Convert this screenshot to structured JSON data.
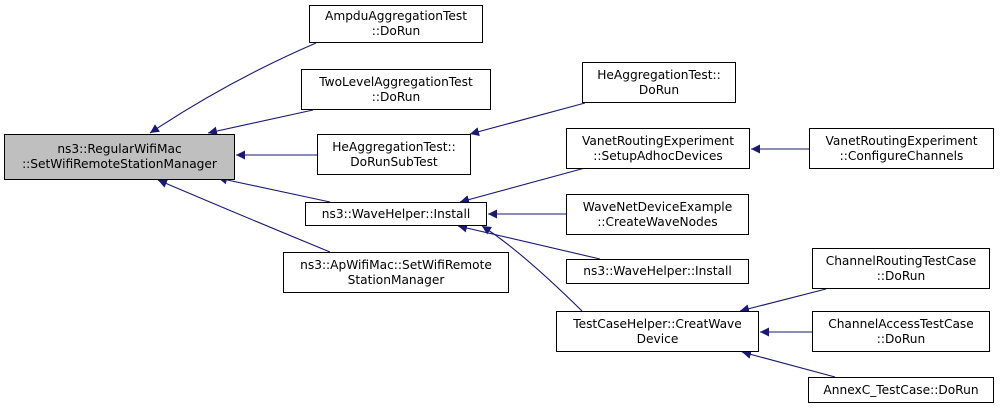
{
  "colors": {
    "edge": "#191970",
    "root_fill": "#bfbfbf",
    "node_fill": "#ffffff",
    "border": "#000000"
  },
  "nodes": {
    "root": {
      "line1": "ns3::RegularWifiMac",
      "line2": "::SetWifiRemoteStationManager"
    },
    "ampdu": {
      "line1": "AmpduAggregationTest",
      "line2": "::DoRun"
    },
    "twolevel": {
      "line1": "TwoLevelAggregationTest",
      "line2": "::DoRun"
    },
    "hesub": {
      "line1": "HeAggregationTest::",
      "line2": "DoRunSubTest"
    },
    "herun": {
      "line1": "HeAggregationTest::",
      "line2": "DoRun"
    },
    "wave": {
      "line1": "ns3::WaveHelper::Install"
    },
    "apwifi": {
      "line1": "ns3::ApWifiMac::SetWifiRemote",
      "line2": "StationManager"
    },
    "vanetsetup": {
      "line1": "VanetRoutingExperiment",
      "line2": "::SetupAdhocDevices"
    },
    "vanetconf": {
      "line1": "VanetRoutingExperiment",
      "line2": "::ConfigureChannels"
    },
    "wavenet": {
      "line1": "WaveNetDeviceExample",
      "line2": "::CreateWaveNodes"
    },
    "wave2": {
      "line1": "ns3::WaveHelper::Install"
    },
    "testcase": {
      "line1": "TestCaseHelper::CreatWave",
      "line2": "Device"
    },
    "chanrout": {
      "line1": "ChannelRoutingTestCase",
      "line2": "::DoRun"
    },
    "chanacc": {
      "line1": "ChannelAccessTestCase",
      "line2": "::DoRun"
    },
    "annexc": {
      "line1": "AnnexC_TestCase::DoRun"
    }
  },
  "edges": [
    {
      "from": "ampdu",
      "to": "root"
    },
    {
      "from": "twolevel",
      "to": "root"
    },
    {
      "from": "hesub",
      "to": "root"
    },
    {
      "from": "wave",
      "to": "root"
    },
    {
      "from": "apwifi",
      "to": "root"
    },
    {
      "from": "herun",
      "to": "hesub"
    },
    {
      "from": "vanetsetup",
      "to": "wave"
    },
    {
      "from": "wavenet",
      "to": "wave"
    },
    {
      "from": "wave2",
      "to": "wave"
    },
    {
      "from": "testcase",
      "to": "wave"
    },
    {
      "from": "vanetconf",
      "to": "vanetsetup"
    },
    {
      "from": "chanrout",
      "to": "testcase"
    },
    {
      "from": "chanacc",
      "to": "testcase"
    },
    {
      "from": "annexc",
      "to": "testcase"
    }
  ]
}
